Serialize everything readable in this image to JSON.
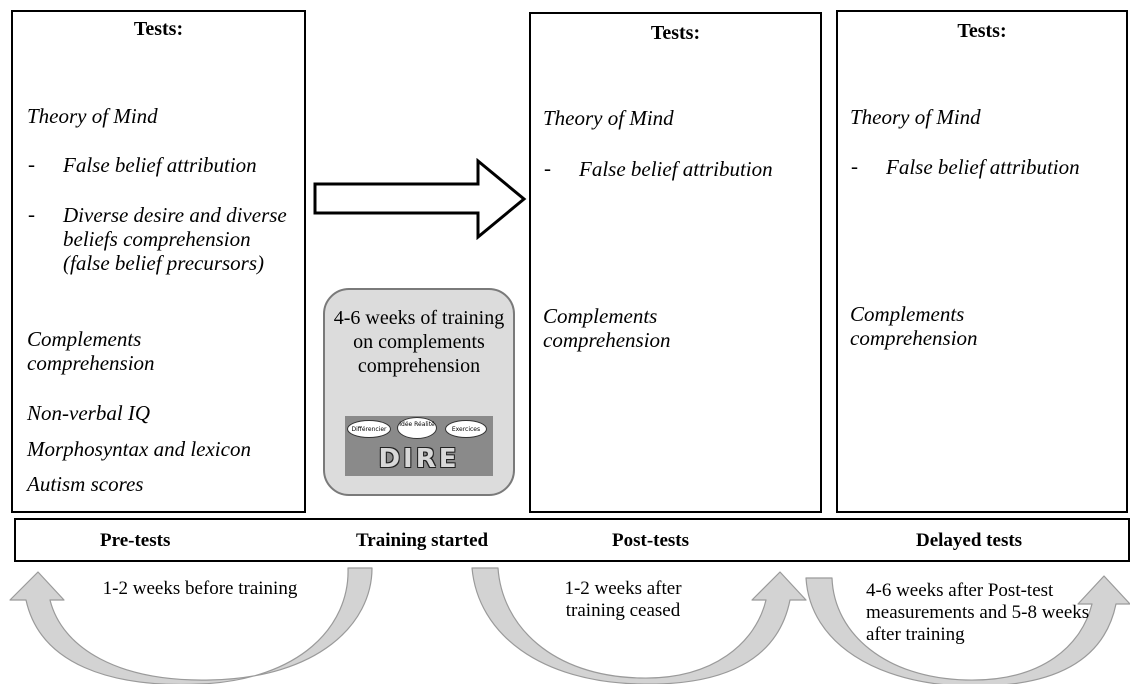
{
  "boxes": [
    {
      "title": "Tests:",
      "items": [
        "Theory of Mind",
        "False belief attribution",
        "Diverse desire and diverse beliefs comprehension (false belief precursors)",
        "Complements comprehension",
        "Non-verbal IQ",
        "Morphosyntax and lexicon",
        "Autism scores"
      ],
      "dash": "-"
    },
    {
      "title": "Tests:",
      "items": [
        "Theory of Mind",
        "False belief attribution",
        "Complements comprehension"
      ],
      "dash": "-"
    },
    {
      "title": "Tests:",
      "items": [
        "Theory of Mind",
        "False belief attribution",
        "Complements comprehension"
      ],
      "dash": "-"
    }
  ],
  "training": {
    "text": "4-6 weeks of training on complements comprehension",
    "image": {
      "bubbles": [
        "Différencier",
        "Idée Réalité",
        "Exercices"
      ],
      "letters": "DIRE"
    }
  },
  "timeline": {
    "labels": [
      "Pre-tests",
      "Training started",
      "Post-tests",
      "Delayed tests"
    ]
  },
  "notes": [
    "1-2 weeks before training",
    "1-2 weeks after training ceased",
    "4-6 weeks after Post-test measurements and 5-8 weeks after training"
  ],
  "colors": {
    "curved_arrow": "#d3d3d3",
    "training_box": "#dcdcdc"
  }
}
